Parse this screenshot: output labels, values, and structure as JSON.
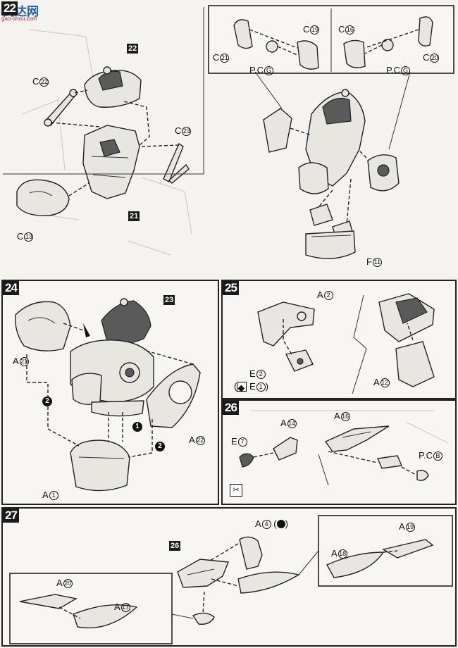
{
  "watermark": {
    "brand": "高达网",
    "site": "gao-shou.com"
  },
  "steps": {
    "s22": {
      "number": "22",
      "ref_tag_top": "22",
      "ref_tag_bottom": "21",
      "labels": {
        "c22": "C",
        "c22_n": "22",
        "c23": "C",
        "c23_n": "23",
        "c13": "C",
        "c13_n": "13"
      },
      "inset_labels": {
        "c19": "C",
        "c19_n": "19",
        "c21": "C",
        "c21_n": "21",
        "pcg_l": "P.C",
        "pcg_l_n": "G",
        "c16": "C",
        "c16_n": "16",
        "c20": "C",
        "c20_n": "20",
        "pcg_r": "P.C",
        "pcg_r_n": "G",
        "f11": "F",
        "f11_n": "11"
      }
    },
    "s24": {
      "number": "24",
      "ref_tag": "23",
      "labels": {
        "a21": "A",
        "a21_n": "21",
        "a22": "A",
        "a22_n": "22",
        "a1": "A",
        "a1_n": "1"
      },
      "order": {
        "one": "1",
        "two_a": "2",
        "two_b": "2"
      }
    },
    "s25": {
      "number": "25",
      "labels": {
        "a2": "A",
        "a2_n": "2",
        "e2": "E",
        "e2_n": "2",
        "e1_paren": "E",
        "e1_n": "1",
        "a12": "A",
        "a12_n": "12"
      }
    },
    "s26": {
      "number": "26",
      "labels": {
        "a14": "A",
        "a14_n": "14",
        "a16": "A",
        "a16_n": "16",
        "e7": "E",
        "e7_n": "7",
        "pcb": "P.C",
        "pcb_n": "B"
      }
    },
    "s27": {
      "number": "27",
      "ref_tag": "26",
      "labels": {
        "a4": "A",
        "a4_n": "4",
        "a19": "A",
        "a19_n": "19",
        "a18": "A",
        "a18_n": "18",
        "a20": "A",
        "a20_n": "20",
        "a17": "A",
        "a17_n": "17"
      }
    }
  },
  "colors": {
    "frame": "#222222",
    "paper": "#f4f3ef",
    "brand_blue": "#1d5fb0",
    "brand_red": "#cc2222"
  }
}
